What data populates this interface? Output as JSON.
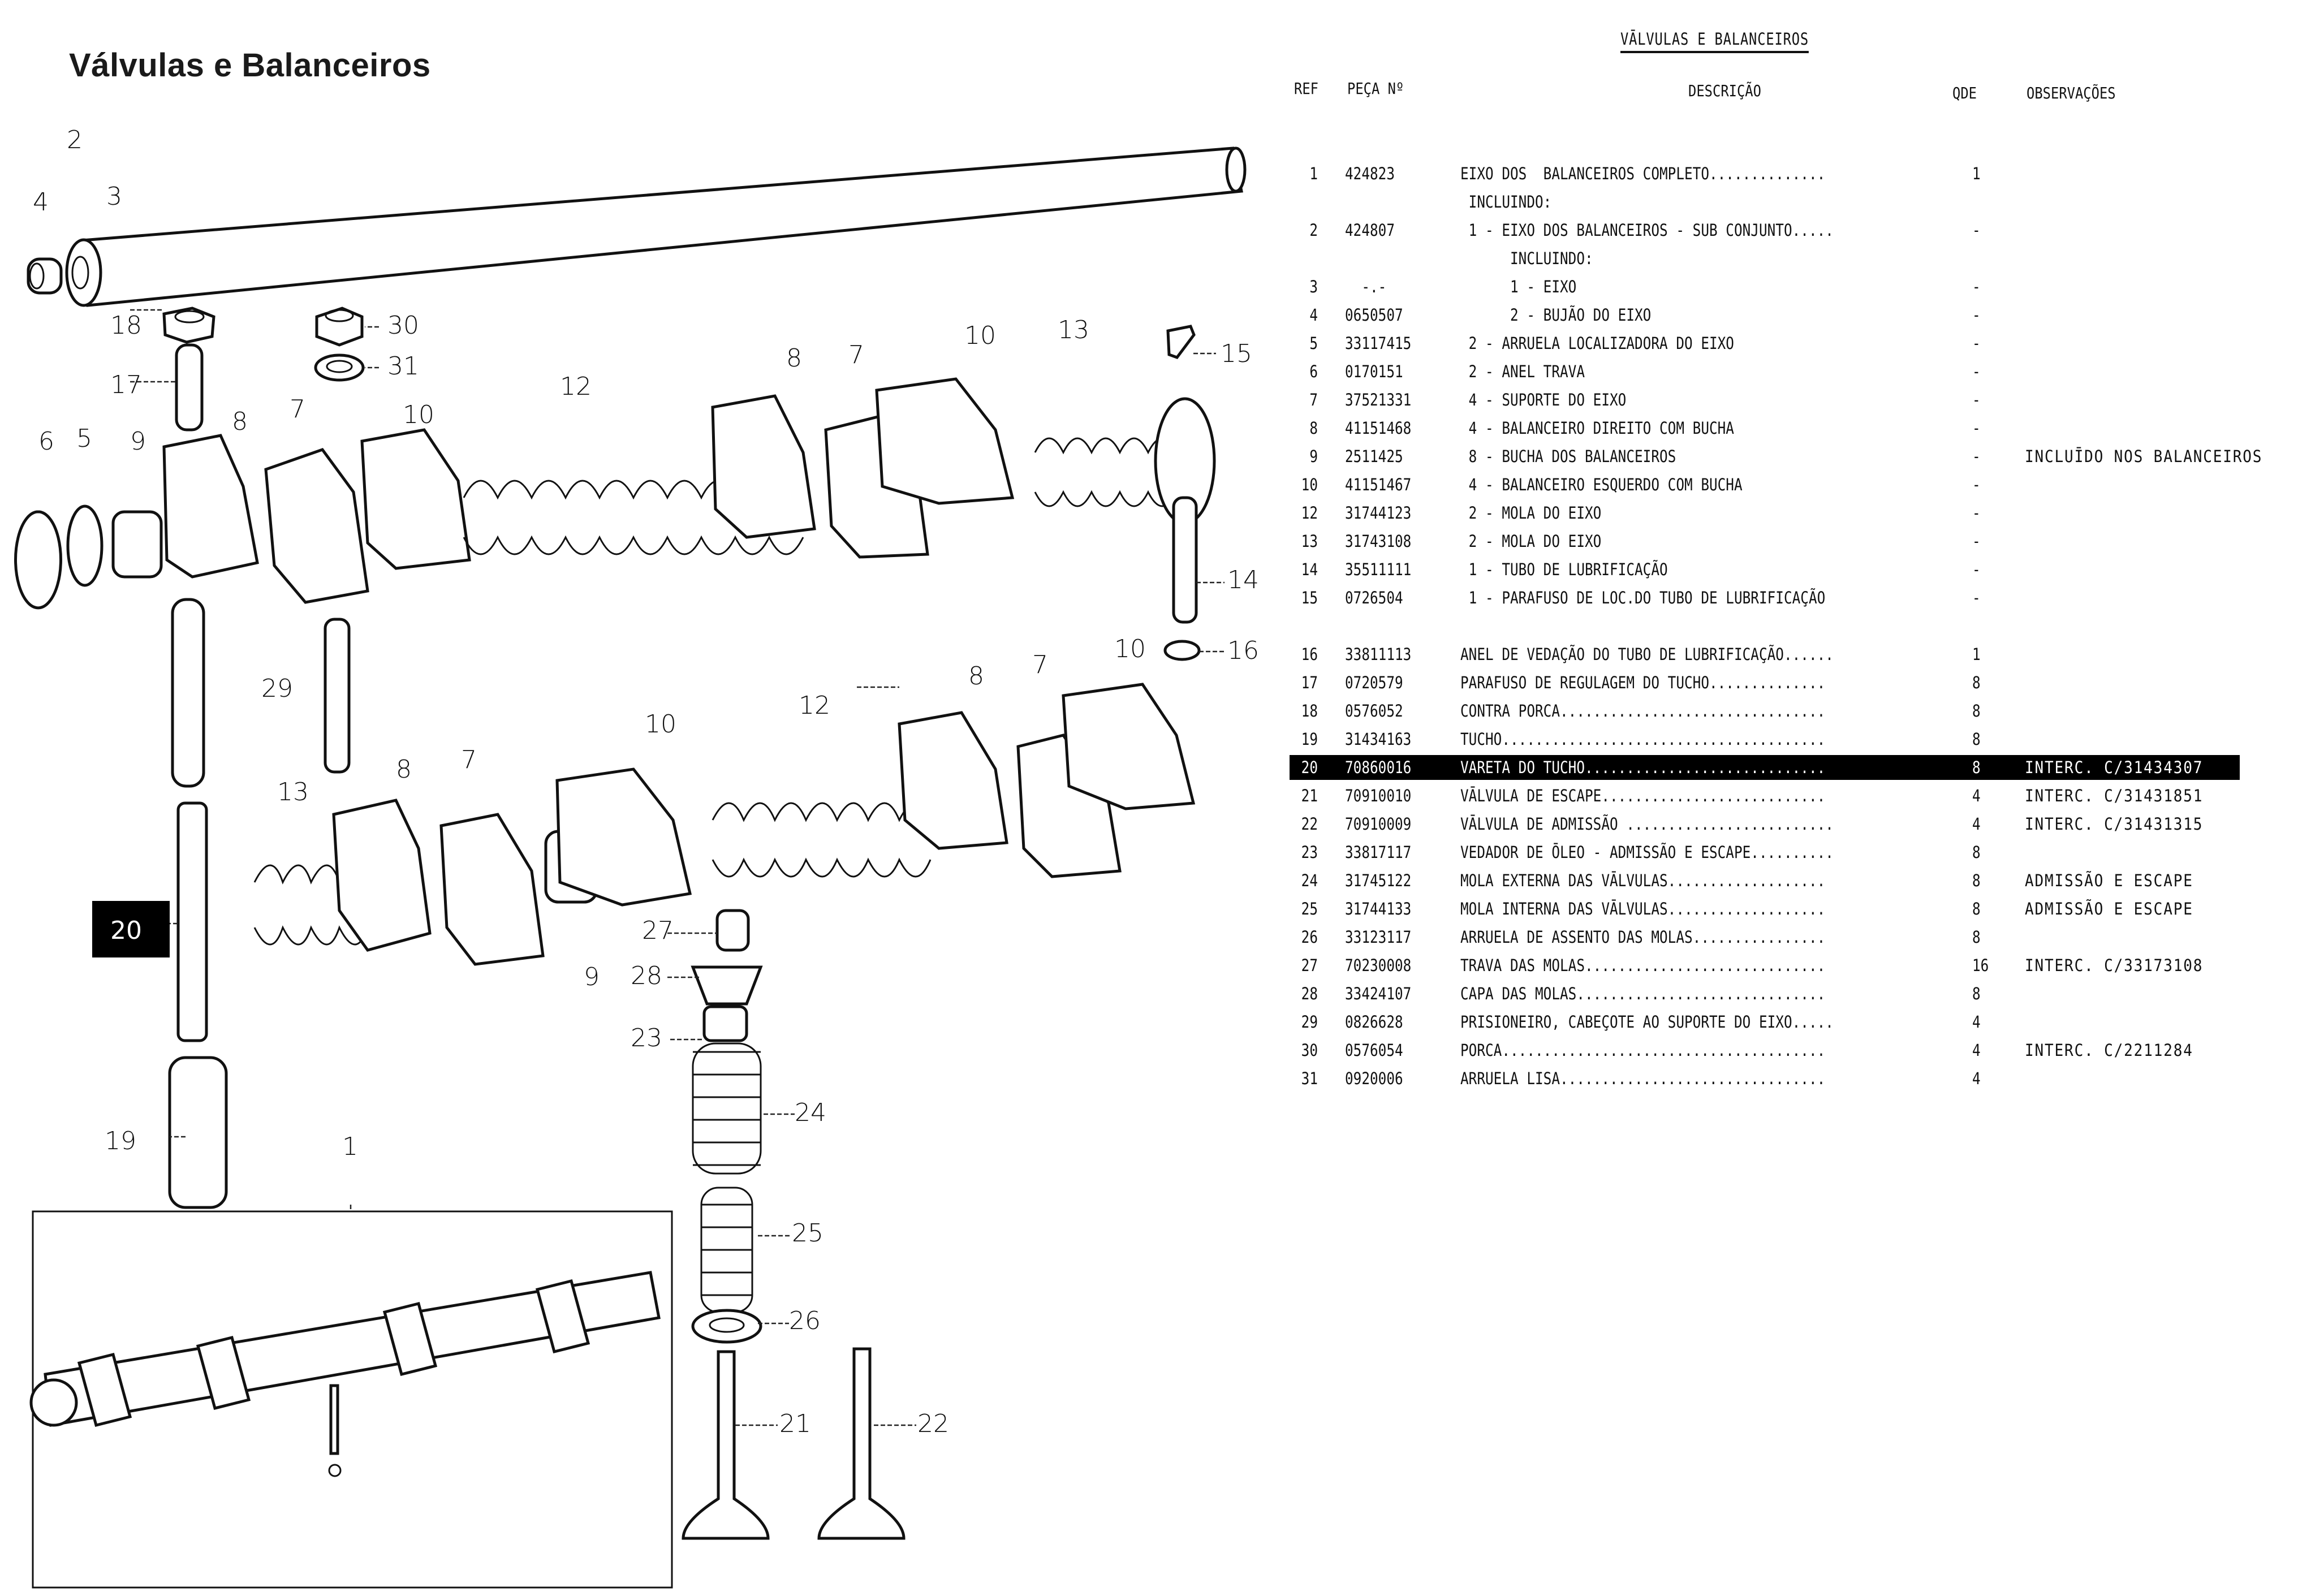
{
  "page": {
    "title": "Válvulas e Balanceiros"
  },
  "parts_list": {
    "heading": "VĀLVULAS E BALANCEIROS",
    "columns": {
      "ref": "REF",
      "part_no": "PEÇA Nº",
      "description": "DESCRIÇÃO",
      "qty": "QDE",
      "notes": "OBSERVAÇÕES"
    },
    "highlight_color": "#000000",
    "rows": [
      {
        "ref": "1",
        "part_no": "424823",
        "desc": "EIXO DOS  BALANCEIROS COMPLETO..............",
        "qty": "1",
        "obs": ""
      },
      {
        "ref": "",
        "part_no": "",
        "desc": " INCLUINDO:",
        "qty": "",
        "obs": ""
      },
      {
        "ref": "2",
        "part_no": "424807",
        "desc": " 1 - EIXO DOS BALANCEIROS - SUB CONJUNTO.....",
        "qty": "-",
        "obs": ""
      },
      {
        "ref": "",
        "part_no": "",
        "desc": "      INCLUINDO:",
        "qty": "",
        "obs": ""
      },
      {
        "ref": "3",
        "part_no": "  -.-",
        "desc": "      1 - EIXO",
        "qty": "-",
        "obs": ""
      },
      {
        "ref": "4",
        "part_no": "0650507",
        "desc": "      2 - BUJÃO DO EIXO",
        "qty": "-",
        "obs": ""
      },
      {
        "ref": "5",
        "part_no": "33117415",
        "desc": " 2 - ARRUELA LOCALIZADORA DO EIXO",
        "qty": "-",
        "obs": ""
      },
      {
        "ref": "6",
        "part_no": "0170151",
        "desc": " 2 - ANEL TRAVA",
        "qty": "-",
        "obs": ""
      },
      {
        "ref": "7",
        "part_no": "37521331",
        "desc": " 4 - SUPORTE DO EIXO",
        "qty": "-",
        "obs": ""
      },
      {
        "ref": "8",
        "part_no": "41151468",
        "desc": " 4 - BALANCEIRO DIREITO COM BUCHA",
        "qty": "-",
        "obs": ""
      },
      {
        "ref": "9",
        "part_no": "2511425",
        "desc": " 8 - BUCHA DOS BALANCEIROS",
        "qty": "-",
        "obs": "INCLUĪDO NOS BALANCEIROS"
      },
      {
        "ref": "10",
        "part_no": "41151467",
        "desc": " 4 - BALANCEIRO ESQUERDO COM BUCHA",
        "qty": "-",
        "obs": ""
      },
      {
        "ref": "12",
        "part_no": "31744123",
        "desc": " 2 - MOLA DO EIXO",
        "qty": "-",
        "obs": ""
      },
      {
        "ref": "13",
        "part_no": "31743108",
        "desc": " 2 - MOLA DO EIXO",
        "qty": "-",
        "obs": ""
      },
      {
        "ref": "14",
        "part_no": "35511111",
        "desc": " 1 - TUBO DE LUBRIFICAÇÃO",
        "qty": "-",
        "obs": ""
      },
      {
        "ref": "15",
        "part_no": "0726504",
        "desc": " 1 - PARAFUSO DE LOC.DO TUBO DE LUBRIFICAÇÃO",
        "qty": "-",
        "obs": ""
      },
      {
        "ref": "16",
        "part_no": "33811113",
        "desc": "ANEL DE VEDAÇÃO DO TUBO DE LUBRIFICAÇÃO......",
        "qty": "1",
        "obs": ""
      },
      {
        "ref": "17",
        "part_no": "0720579",
        "desc": "PARAFUSO DE REGULAGEM DO TUCHO..............",
        "qty": "8",
        "obs": ""
      },
      {
        "ref": "18",
        "part_no": "0576052",
        "desc": "CONTRA PORCA................................",
        "qty": "8",
        "obs": ""
      },
      {
        "ref": "19",
        "part_no": "31434163",
        "desc": "TUCHO.......................................",
        "qty": "8",
        "obs": ""
      },
      {
        "ref": "20",
        "part_no": "70860016",
        "desc": "VARETA DO TUCHO.............................",
        "qty": "8",
        "obs": "INTERC. C/31434307",
        "highlight": true
      },
      {
        "ref": "21",
        "part_no": "70910010",
        "desc": "VĀLVULA DE ESCAPE...........................",
        "qty": "4",
        "obs": "INTERC. C/31431851"
      },
      {
        "ref": "22",
        "part_no": "70910009",
        "desc": "VĀLVULA DE ADMISSÃO .........................",
        "qty": "4",
        "obs": "INTERC. C/31431315"
      },
      {
        "ref": "23",
        "part_no": "33817117",
        "desc": "VEDADOR DE ŌLEO - ADMISSÃO E ESCAPE..........",
        "qty": "8",
        "obs": ""
      },
      {
        "ref": "24",
        "part_no": "31745122",
        "desc": "MOLA EXTERNA DAS VĀLVULAS...................",
        "qty": "8",
        "obs": "ADMISSÃO E ESCAPE"
      },
      {
        "ref": "25",
        "part_no": "31744133",
        "desc": "MOLA INTERNA DAS VĀLVULAS...................",
        "qty": "8",
        "obs": "ADMISSÃO E ESCAPE"
      },
      {
        "ref": "26",
        "part_no": "33123117",
        "desc": "ARRUELA DE ASSENTO DAS MOLAS................",
        "qty": "8",
        "obs": ""
      },
      {
        "ref": "27",
        "part_no": "70230008",
        "desc": "TRAVA DAS MOLAS.............................",
        "qty": "16",
        "obs": "INTERC. C/33173108"
      },
      {
        "ref": "28",
        "part_no": "33424107",
        "desc": "CAPA DAS MOLAS..............................",
        "qty": "8",
        "obs": ""
      },
      {
        "ref": "29",
        "part_no": "0826628",
        "desc": "PRISIONEIRO, CABEÇOTE AO SUPORTE DO EIXO.....",
        "qty": "4",
        "obs": ""
      },
      {
        "ref": "30",
        "part_no": "0576054",
        "desc": "PORCA.......................................",
        "qty": "4",
        "obs": "INTERC. C/2211284"
      },
      {
        "ref": "31",
        "part_no": "0920006",
        "desc": "ARRUELA LISA................................",
        "qty": "4",
        "obs": ""
      }
    ]
  },
  "diagram": {
    "callouts": {
      "c1": "1",
      "c2": "2",
      "c3": "3",
      "c4": "4",
      "c5": "5",
      "c6": "6",
      "c7a": "7",
      "c7b": "7",
      "c7c": "7",
      "c8a": "8",
      "c8b": "8",
      "c8c": "8",
      "c9a": "9",
      "c9b": "9",
      "c10a": "10",
      "c10b": "10",
      "c10c": "10",
      "c10d": "10",
      "c12a": "12",
      "c12b": "12",
      "c13a": "13",
      "c13b": "13",
      "c14": "14",
      "c15": "15",
      "c16": "16",
      "c17": "17",
      "c18": "18",
      "c19": "19",
      "c20": "20",
      "c21": "21",
      "c22": "22",
      "c23": "23",
      "c24": "24",
      "c25": "25",
      "c26": "26",
      "c27": "27",
      "c28": "28",
      "c29": "29",
      "c30": "30",
      "c31": "31"
    }
  }
}
